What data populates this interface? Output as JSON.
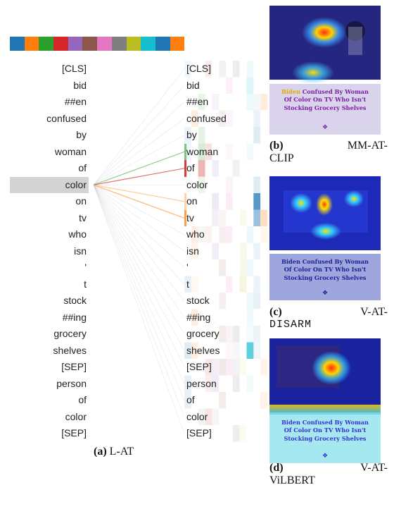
{
  "palette": [
    "#1f77b4",
    "#ff7f0e",
    "#2ca02c",
    "#d62728",
    "#9467bd",
    "#8c564b",
    "#e377c2",
    "#7f7f7f",
    "#bcbd22",
    "#17becf",
    "#1f77b4",
    "#ff7f0e"
  ],
  "tokens": [
    "[CLS]",
    "bid",
    "##en",
    "confused",
    "by",
    "woman",
    "of",
    "color",
    "on",
    "tv",
    "who",
    "isn",
    "'",
    "t",
    "stock",
    "##ing",
    "grocery",
    "shelves",
    "[SEP]",
    "person",
    "of",
    "color",
    "[SEP]"
  ],
  "selected_token_index": 7,
  "attention_highlights": [
    {
      "token": 5,
      "color": "#2ca02c",
      "level": 0.6
    },
    {
      "token": 6,
      "color": "#d62728",
      "level": 0.9
    },
    {
      "token": 8,
      "color": "#ff7f0e",
      "level": 0.35
    },
    {
      "token": 9,
      "color": "#ff7f0e",
      "level": 0.75
    }
  ],
  "meme_text": {
    "line1_highlight": "Biden",
    "line1_rest": " Confused By Woman",
    "line2": "Of Color On TV Who Isn't",
    "line3": "Stocking Grocery Shelves"
  },
  "captions": {
    "a": {
      "label": "(a)",
      "text": "L-AT"
    },
    "b": {
      "label": "(b)",
      "text1": "MM-AT-",
      "text2": "CLIP"
    },
    "c": {
      "label": "(c)",
      "text1": "V-AT-",
      "text2": "DISARM"
    },
    "d": {
      "label": "(d)",
      "text1": "V-AT-",
      "text2": "ViLBERT"
    }
  }
}
